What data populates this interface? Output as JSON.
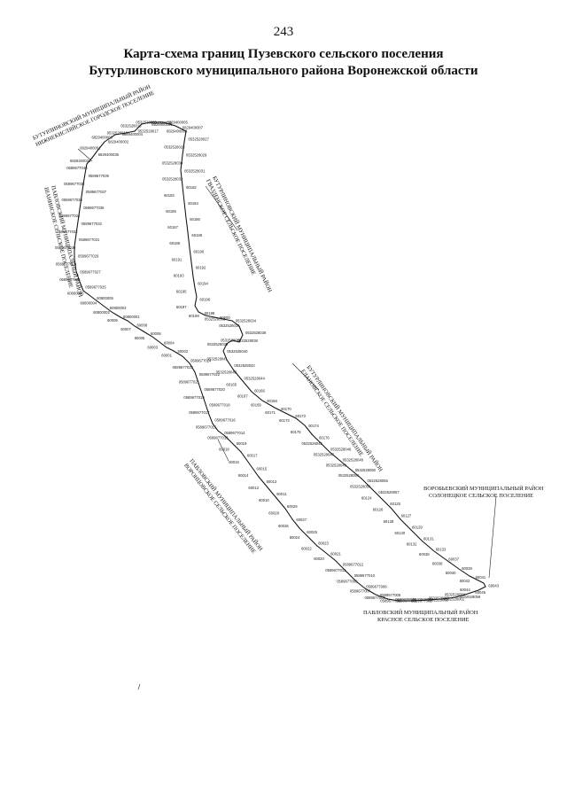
{
  "page_number": "243",
  "title": {
    "line1": "Карта-схема границ Пузевского сельского поселения",
    "line2": "Бутурлиновского муниципального района Воронежской области"
  },
  "neighbors": [
    {
      "id": "nizhnekisly",
      "lines": [
        "БУТУРЛИНОВСКИЙ МУНИЦИПАЛЬНЫЙ РАЙОН",
        "НИЖНЕКИСЛЯЙСКОЕ ГОРОДСКОЕ ПОСЕЛЕНИЕ"
      ]
    },
    {
      "id": "pavl-shanino",
      "lines": [
        "ПАВЛОВСКИЙ МУНИЦИПАЛЬНЫЙ РАЙОН",
        "ШАНИНСКОЕ СЕЛЬСКОЕ ПОСЕЛЕНИЕ"
      ]
    },
    {
      "id": "gvazdy",
      "lines": [
        "БУТУРЛИНОВСКИЙ МУНИЦИПАЛЬНЫЙ РАЙОН",
        "ГВАЗДЕНСКОЕ СЕЛЬСКОЕ ПОСЕЛЕНИЕ"
      ]
    },
    {
      "id": "elanovka",
      "lines": [
        "БУТУРЛИНОВСКИЙ МУНИЦИПАЛЬНЫЙ РАЙОН",
        "ЕЛАНОВСКОЕ СЕЛЬСКОЕ ПОСЕЛЕНИЕ"
      ]
    },
    {
      "id": "vorontsovka",
      "lines": [
        "ПАВЛОВСКИЙ МУНИЦИПАЛЬНЫЙ РАЙОН",
        "ВОРОНЦОВСКОЕ СЕЛЬСКОЕ ПОСЕЛЕНИЕ"
      ]
    },
    {
      "id": "solontsy",
      "lines": [
        "ВОРОБЬЕВСКИЙ МУНИЦИПАЛЬНЫЙ РАЙОН",
        "СОЛОНЕЦКОЕ СЕЛЬСКОЕ ПОСЕЛЕНИЕ"
      ]
    },
    {
      "id": "krasnoe",
      "lines": [
        "ПАВЛОВСКИЙ МУНИЦИПАЛЬНЫЙ РАЙОН",
        "КРАСНОЕ СЕЛЬСКОЕ ПОСЕЛЕНИЕ"
      ]
    }
  ],
  "points": [
    "6828400034",
    "6829400035",
    "6829400001",
    "6829400002",
    "6829400003",
    "6829400004",
    "0532528016",
    "0532528017",
    "0532528018",
    "0532528019",
    "0532528020",
    "6829400005",
    "6829400006",
    "6829400007",
    "6829400008",
    "0532528027",
    "0532528028",
    "0532528029",
    "0532528030",
    "0532528031",
    "0532528032",
    "60182",
    "60183",
    "60184",
    "60185",
    "60186",
    "60187",
    "60188",
    "60189",
    "60190",
    "60191",
    "60192",
    "60193",
    "60194",
    "60195",
    "60196",
    "60197",
    "60198",
    "60199",
    "60200",
    "0532528033",
    "0532528034",
    "0532528035",
    "0532528036",
    "0532528037",
    "0532528038",
    "0532528039",
    "0532528040",
    "0532528041",
    "0532528042",
    "0532528043",
    "0532528044",
    "60165",
    "60166",
    "60167",
    "60168",
    "60169",
    "60170",
    "60171",
    "60172",
    "60173",
    "60174",
    "60175",
    "60176",
    "0532528045",
    "0532528046",
    "0532528047",
    "0532528048",
    "0532528049",
    "0532528050",
    "0532528054",
    "0532528055",
    "0532528056",
    "0532528057",
    "60124",
    "60125",
    "60126",
    "60127",
    "60128",
    "60129",
    "60130",
    "60131",
    "60132",
    "60133",
    "60036",
    "60037",
    "60038",
    "60039",
    "60040",
    "60041",
    "60042",
    "60043",
    "60044",
    "60045",
    "0532528058",
    "0532528059",
    "0532528060",
    "0532528061",
    "0532528062",
    "0532528063",
    "0589677001",
    "0589677002",
    "0589677003",
    "0589677004",
    "0589677005",
    "0589677006",
    "0589677007",
    "0589677008",
    "0589677009",
    "0589677010",
    "0589677011",
    "0589677012",
    "60020",
    "60021",
    "60022",
    "60023",
    "60024",
    "60025",
    "60026",
    "60027",
    "60028",
    "60029",
    "60010",
    "60011",
    "60012",
    "60013",
    "60014",
    "60015",
    "60016",
    "60017",
    "60018",
    "60019",
    "0589677013",
    "0589677014",
    "0589677015",
    "0589677016",
    "0589677017",
    "0589677018",
    "0589677019",
    "0589677020",
    "0589677021",
    "0589677022",
    "0589677023",
    "0589677024",
    "60001",
    "60002",
    "60003",
    "60004",
    "60005",
    "60006",
    "60007",
    "60008",
    "60009",
    "60800001",
    "60800002",
    "60800003",
    "60800004",
    "60800005",
    "60800006",
    "0589677025",
    "0589677026",
    "0589677027",
    "0589677028",
    "0589677029",
    "0589677030",
    "0589677031",
    "0589677032",
    "0589677033",
    "0589677034",
    "0589677035",
    "0589677036",
    "0589677037",
    "0589677038",
    "0589677039",
    "0589677040"
  ]
}
